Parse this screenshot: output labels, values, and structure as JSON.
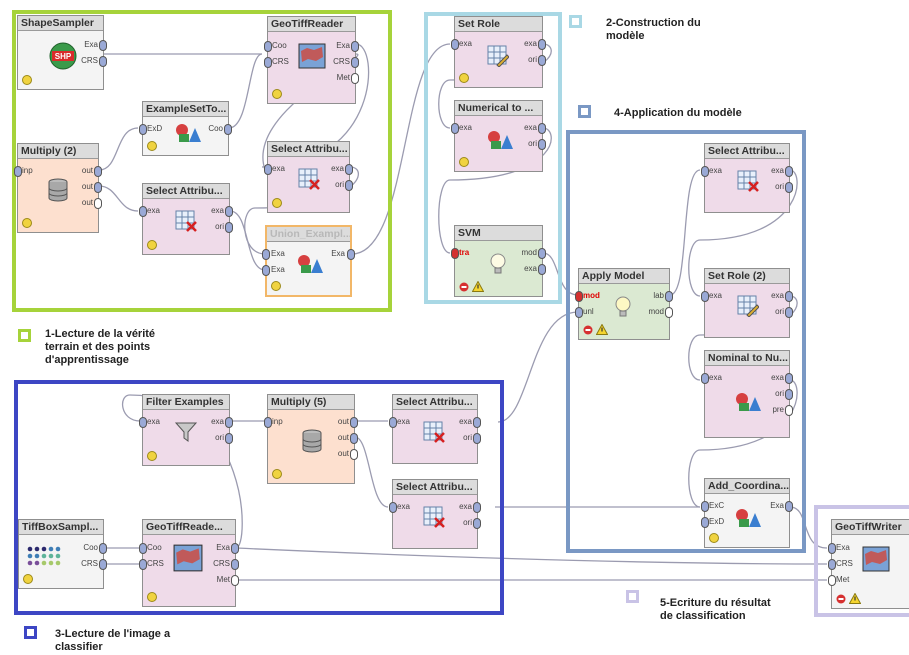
{
  "colors": {
    "group1": "#a6d33a",
    "group2": "#a9d8e5",
    "group3": "#3d46c4",
    "group4": "#7a98c4",
    "group5": "#c9c3e6"
  },
  "groups": {
    "g1": "1-Lecture de la vérité terrain et des points d'apprentissage",
    "g2": "2-Construction du modèle",
    "g3": "3-Lecture de l'image a classifier",
    "g4": "4-Application du modèle",
    "g5": "5-Ecriture du  résultat de classification"
  },
  "labels": {
    "g1_l1": "1-Lecture de la vérité",
    "g1_l2": "terrain et des points",
    "g1_l3": "d'apprentissage",
    "g2_l1": "2-Construction du",
    "g2_l2": "modèle",
    "g3_l1": "3-Lecture de l'image a",
    "g3_l2": "classifier",
    "g4_l1": "4-Application du modèle",
    "g5_l1": "5-Ecriture du  résultat",
    "g5_l2": "de classification"
  },
  "ops": {
    "shapesampler": {
      "title": "ShapeSampler",
      "p1": "Exa",
      "p2": "CRS"
    },
    "geotiffreader1": {
      "title": "GeoTiffReader",
      "i1": "Coo",
      "i2": "CRS",
      "o1": "Exa",
      "o2": "CRS",
      "o3": "Met"
    },
    "exampleset": {
      "title": "ExampleSetTo...",
      "i1": "ExD",
      "o1": "Coo"
    },
    "multiply2": {
      "title": "Multiply (2)",
      "i1": "inp",
      "o1": "out",
      "o2": "out",
      "o3": "out"
    },
    "selattr_g1a": {
      "title": "Select Attribu...",
      "i1": "exa",
      "o1": "exa",
      "o2": "ori"
    },
    "selattr_g1b": {
      "title": "Select Attribu...",
      "i1": "exa",
      "o1": "exa",
      "o2": "ori"
    },
    "union": {
      "title": "Union_Exampl...",
      "i1": "Exa",
      "i2": "Exa",
      "o1": "Exa"
    },
    "setrole": {
      "title": "Set Role",
      "i1": "exa",
      "o1": "exa",
      "o2": "ori"
    },
    "numerical": {
      "title": "Numerical to ...",
      "i1": "exa",
      "o1": "exa",
      "o2": "ori"
    },
    "svm": {
      "title": "SVM",
      "i1": "tra",
      "o1": "mod",
      "o2": "exa"
    },
    "applymodel": {
      "title": "Apply Model",
      "i1": "mod",
      "i2": "unl",
      "o1": "lab",
      "o2": "mod"
    },
    "selattr_g4": {
      "title": "Select Attribu...",
      "i1": "exa",
      "o1": "exa",
      "o2": "ori"
    },
    "setrole2": {
      "title": "Set Role (2)",
      "i1": "exa",
      "o1": "exa",
      "o2": "ori"
    },
    "nominal": {
      "title": "Nominal to Nu...",
      "i1": "exa",
      "o1": "exa",
      "o2": "ori",
      "o3": "pre"
    },
    "addcoord": {
      "title": "Add_Coordina...",
      "i1": "ExC",
      "i2": "ExD",
      "o1": "Exa"
    },
    "geotiffwriter": {
      "title": "GeoTiffWriter",
      "i1": "Exa",
      "i2": "CRS",
      "i3": "Met"
    },
    "filter": {
      "title": "Filter Examples",
      "i1": "exa",
      "o1": "exa",
      "o2": "ori"
    },
    "multiply5": {
      "title": "Multiply (5)",
      "i1": "inp",
      "o1": "out",
      "o2": "out",
      "o3": "out"
    },
    "selattr_g3a": {
      "title": "Select Attribu...",
      "i1": "exa",
      "o1": "exa",
      "o2": "ori"
    },
    "selattr_g3b": {
      "title": "Select Attribu...",
      "i1": "exa",
      "o1": "exa",
      "o2": "ori"
    },
    "tiffbox": {
      "title": "TiffBoxSampl...",
      "o1": "Coo",
      "o2": "CRS"
    },
    "geotiffreader2": {
      "title": "GeoTiffReade...",
      "i1": "Coo",
      "i2": "CRS",
      "o1": "Exa",
      "o2": "CRS",
      "o3": "Met"
    }
  }
}
